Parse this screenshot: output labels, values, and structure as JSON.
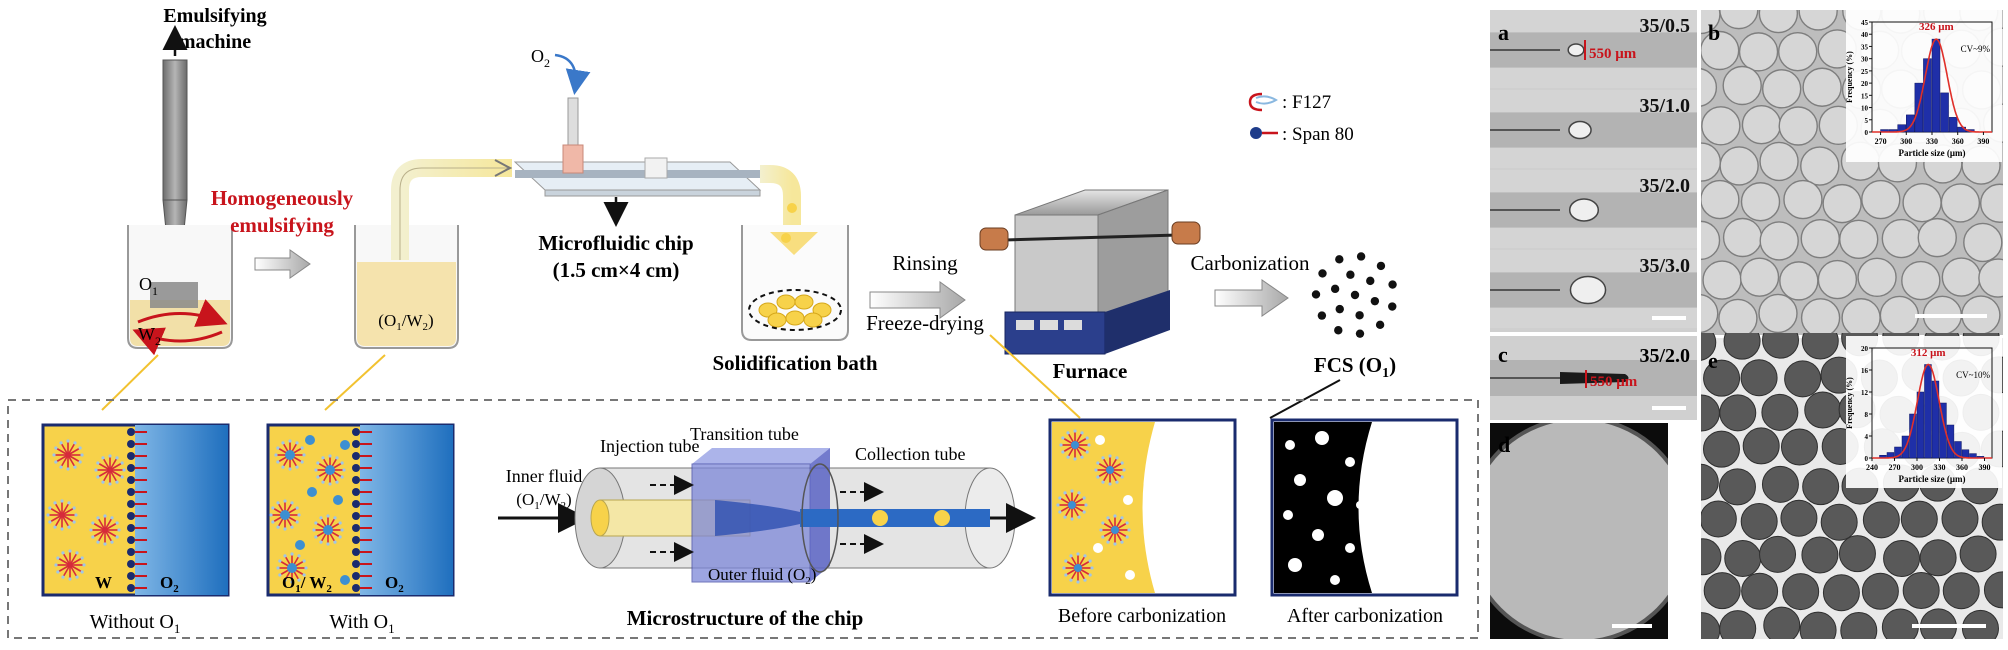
{
  "process": {
    "emulsifying_machine": "Emulsifying machine",
    "o1_label": "O",
    "o1_sub": "1",
    "w2_label": "W",
    "w2_sub": "2",
    "homogeneously": "Homogeneously",
    "emulsifying": "emulsifying",
    "emulsion_label": "(O1/W2)",
    "o2_inlet": "O",
    "o2_inlet_sub": "2",
    "chip_title": "Microfluidic chip",
    "chip_size": "(1.5 cm×4 cm)",
    "solid_bath": "Solidification bath",
    "rinsing": "Rinsing",
    "freeze_drying": "Freeze-drying",
    "furnace": "Furnace",
    "carbonization": "Carbonization",
    "fcs": "FCS (O1)",
    "legend_f127": ": F127",
    "legend_span80": ": Span 80"
  },
  "bottom": {
    "without_o1": "Without O1",
    "with_o1": "With O1",
    "w_label": "W",
    "o2_label": "O2",
    "o1w2_label": "O1/ W2",
    "o2_label_b": "O2",
    "inner_fluid": "Inner fluid",
    "inner_fluid_sub": "(O1/W2)",
    "injection_tube": "Injection tube",
    "transition_tube": "Transition tube",
    "collection_tube": "Collection tube",
    "outer_fluid": "Outer fluid (O2)",
    "microstructure": "Microstructure of the chip",
    "before_carb": "Before carbonization",
    "after_carb": "After carbonization"
  },
  "panels": {
    "a": "a",
    "b": "b",
    "c": "c",
    "d": "d",
    "e": "e",
    "a_rates": [
      "35/0.5",
      "35/1.0",
      "35/2.0",
      "35/3.0"
    ],
    "a_scale": "550 μm",
    "c_rate": "35/2.0",
    "c_scale": "550 μm"
  },
  "histograms": [
    {
      "peak_label": "326 μm",
      "cv_label": "CV~9%",
      "ylabel": "Frequency (%)",
      "xlabel": "Particle size (μm)",
      "xticks": [
        "270",
        "300",
        "330",
        "360",
        "390"
      ],
      "yticks": [
        "0",
        "5",
        "10",
        "15",
        "20",
        "25",
        "30",
        "35",
        "40",
        "45"
      ]
    },
    {
      "peak_label": "312 μm",
      "cv_label": "CV~10%",
      "ylabel": "Frequency (%)",
      "xlabel": "Particle size (μm)",
      "xticks": [
        "240",
        "270",
        "300",
        "330",
        "360",
        "390"
      ],
      "yticks": [
        "0",
        "4",
        "8",
        "12",
        "16",
        "20"
      ]
    }
  ],
  "chart_data": [
    {
      "type": "bar",
      "categories": [
        "270",
        "280",
        "290",
        "300",
        "310",
        "320",
        "330",
        "340",
        "350",
        "360",
        "370",
        "380"
      ],
      "values": [
        1,
        1,
        3,
        7,
        20,
        30,
        38,
        16,
        6,
        2,
        1,
        0
      ],
      "xlabel": "Particle size (μm)",
      "ylabel": "Frequency (%)",
      "ylim": [
        0,
        45
      ],
      "xlim": [
        260,
        400
      ],
      "annotations": [
        "326 μm",
        "CV~9%"
      ]
    },
    {
      "type": "bar",
      "categories": [
        "250",
        "260",
        "270",
        "280",
        "290",
        "300",
        "310",
        "320",
        "330",
        "340",
        "350",
        "360",
        "370",
        "380"
      ],
      "values": [
        0.5,
        1,
        2,
        4,
        8,
        12,
        17,
        14,
        10,
        6,
        3,
        1.5,
        0.8,
        0.3
      ],
      "xlabel": "Particle size (μm)",
      "ylabel": "Frequency (%)",
      "ylim": [
        0,
        20
      ],
      "xlim": [
        240,
        400
      ],
      "annotations": [
        "312 μm",
        "CV~10%"
      ]
    }
  ],
  "colors": {
    "red_label": "#c8141c",
    "navy_frame": "#1a2b6e",
    "yellow_phase": "#f7d24a",
    "blue_phase": "#3d8fd1",
    "bar_fill": "#1f2fa8",
    "fit_curve": "#e0302a"
  }
}
